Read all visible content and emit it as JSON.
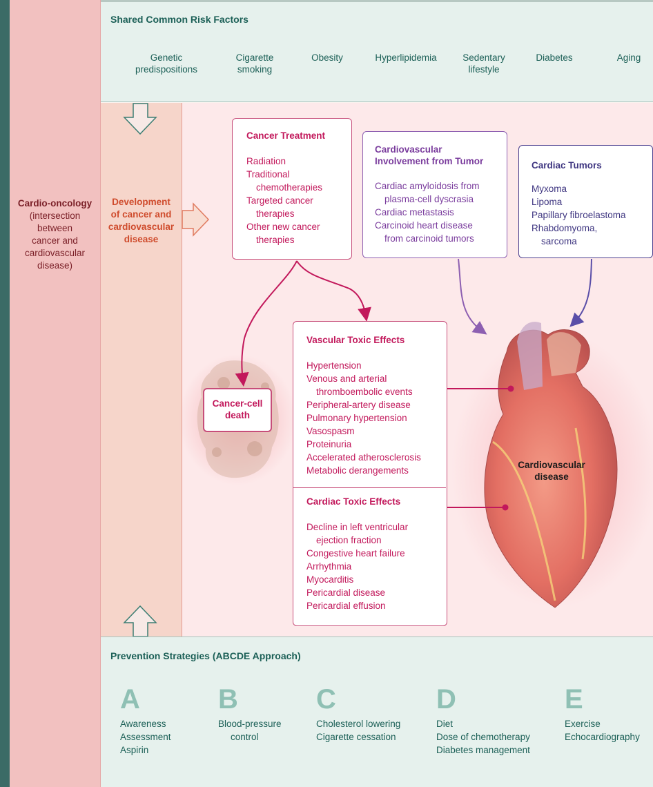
{
  "risk_factors": {
    "title": "Shared Common Risk Factors",
    "items": [
      {
        "l1": "Genetic",
        "l2": "predispositions"
      },
      {
        "l1": "Cigarette",
        "l2": "smoking"
      },
      {
        "l1": "Obesity",
        "l2": ""
      },
      {
        "l1": "Hyperlipidemia",
        "l2": ""
      },
      {
        "l1": "Sedentary",
        "l2": "lifestyle"
      },
      {
        "l1": "Diabetes",
        "l2": ""
      },
      {
        "l1": "Aging",
        "l2": ""
      }
    ]
  },
  "cardio_oncology": {
    "title": "Cardio-oncology",
    "lines": [
      "(intersection",
      "between",
      "cancer and",
      "cardiovascular",
      "disease)"
    ]
  },
  "development": {
    "lines": [
      "Development",
      "of cancer and",
      "cardiovascular",
      "disease"
    ]
  },
  "cancer_treatment": {
    "title": "Cancer Treatment",
    "lines": [
      {
        "text": "Radiation",
        "indent": false
      },
      {
        "text": "Traditional",
        "indent": false
      },
      {
        "text": "chemotherapies",
        "indent": true
      },
      {
        "text": "Targeted cancer",
        "indent": false
      },
      {
        "text": "therapies",
        "indent": true
      },
      {
        "text": "Other new cancer",
        "indent": false
      },
      {
        "text": "therapies",
        "indent": true
      }
    ]
  },
  "cv_involvement": {
    "title_l1": "Cardiovascular",
    "title_l2": "Involvement from Tumor",
    "lines": [
      {
        "text": "Cardiac amyloidosis from",
        "indent": false
      },
      {
        "text": "plasma-cell dyscrasia",
        "indent": true
      },
      {
        "text": "Cardiac metastasis",
        "indent": false
      },
      {
        "text": "Carcinoid heart disease",
        "indent": false
      },
      {
        "text": "from carcinoid tumors",
        "indent": true
      }
    ]
  },
  "cardiac_tumors": {
    "title": "Cardiac Tumors",
    "lines": [
      {
        "text": "Myxoma",
        "indent": false
      },
      {
        "text": "Lipoma",
        "indent": false
      },
      {
        "text": "Papillary fibroelastoma",
        "indent": false
      },
      {
        "text": "Rhabdomyoma,",
        "indent": false
      },
      {
        "text": "sarcoma",
        "indent": true
      }
    ]
  },
  "cancer_cell_death": {
    "l1": "Cancer-cell",
    "l2": "death"
  },
  "vascular_toxic": {
    "title": "Vascular Toxic Effects",
    "lines": [
      {
        "text": "Hypertension",
        "indent": false
      },
      {
        "text": "Venous and arterial",
        "indent": false
      },
      {
        "text": "thromboembolic events",
        "indent": true
      },
      {
        "text": "Peripheral-artery disease",
        "indent": false
      },
      {
        "text": "Pulmonary hypertension",
        "indent": false
      },
      {
        "text": "Vasospasm",
        "indent": false
      },
      {
        "text": "Proteinuria",
        "indent": false
      },
      {
        "text": "Accelerated atherosclerosis",
        "indent": false
      },
      {
        "text": "Metabolic derangements",
        "indent": false
      }
    ]
  },
  "cardiac_toxic": {
    "title": "Cardiac Toxic Effects",
    "lines": [
      {
        "text": "Decline in left ventricular",
        "indent": false
      },
      {
        "text": "ejection fraction",
        "indent": true
      },
      {
        "text": "Congestive heart failure",
        "indent": false
      },
      {
        "text": "Arrhythmia",
        "indent": false
      },
      {
        "text": "Myocarditis",
        "indent": false
      },
      {
        "text": "Pericardial disease",
        "indent": false
      },
      {
        "text": "Pericardial effusion",
        "indent": false
      }
    ]
  },
  "heart_label": {
    "l1": "Cardiovascular",
    "l2": "disease"
  },
  "prevention": {
    "title": "Prevention Strategies (ABCDE Approach)",
    "items": [
      {
        "letter": "A",
        "lines": [
          "Awareness",
          "Assessment",
          "Aspirin"
        ]
      },
      {
        "letter": "B",
        "lines": [
          "Blood-pressure",
          "control"
        ]
      },
      {
        "letter": "C",
        "lines": [
          "Cholesterol lowering",
          "Cigarette cessation"
        ]
      },
      {
        "letter": "D",
        "lines": [
          "Diet",
          "Dose of chemotherapy",
          "Diabetes management"
        ]
      },
      {
        "letter": "E",
        "lines": [
          "Exercise",
          "Echocardiography"
        ]
      }
    ]
  },
  "colors": {
    "teal": "#1c6057",
    "red": "#c2185b",
    "purple": "#7a3c9d",
    "navy": "#3e3580",
    "left_bar": "#f2c1c0"
  }
}
